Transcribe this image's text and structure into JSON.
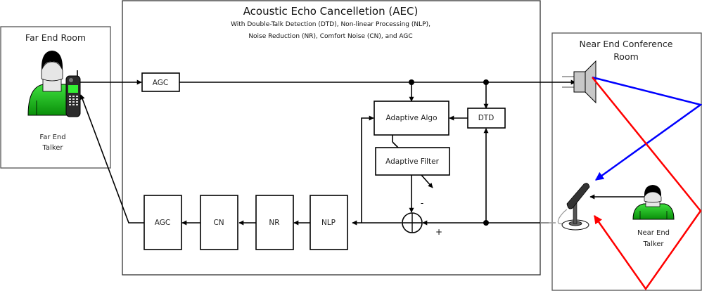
{
  "aec": {
    "title": "Acoustic Echo Cancelletion (AEC)",
    "subtitle_line1": "With Double-Talk Detection (DTD), Non-linear Processing (NLP),",
    "subtitle_line2": "Noise Reduction (NR), Comfort Noise (CN), and AGC"
  },
  "far_end": {
    "room_label": "Far End Room",
    "talker_line1": "Far End",
    "talker_line2": "Talker",
    "device_icon": "cellphone-icon",
    "person_icon": "person-icon"
  },
  "near_end": {
    "room_line1": "Near End Conference",
    "room_line2": "Room",
    "talker_line1": "Near End",
    "talker_line2": "Talker",
    "speaker_icon": "loudspeaker-icon",
    "mic_icon": "microphone-icon",
    "person_icon": "person-icon"
  },
  "blocks": {
    "agc_in": "AGC",
    "adaptive_algo": "Adaptive Algo",
    "dtd": "DTD",
    "adaptive_filter": "Adaptive Filter",
    "nlp": "NLP",
    "nr": "NR",
    "cn": "CN",
    "agc_out": "AGC"
  },
  "summer": {
    "minus": "-",
    "plus": "+"
  },
  "colors": {
    "direct_echo": "#0000ff",
    "reflected_echo": "#ff0000",
    "person_shirt": "#1fbf1f",
    "speaker_fill": "#c8c8c8"
  }
}
